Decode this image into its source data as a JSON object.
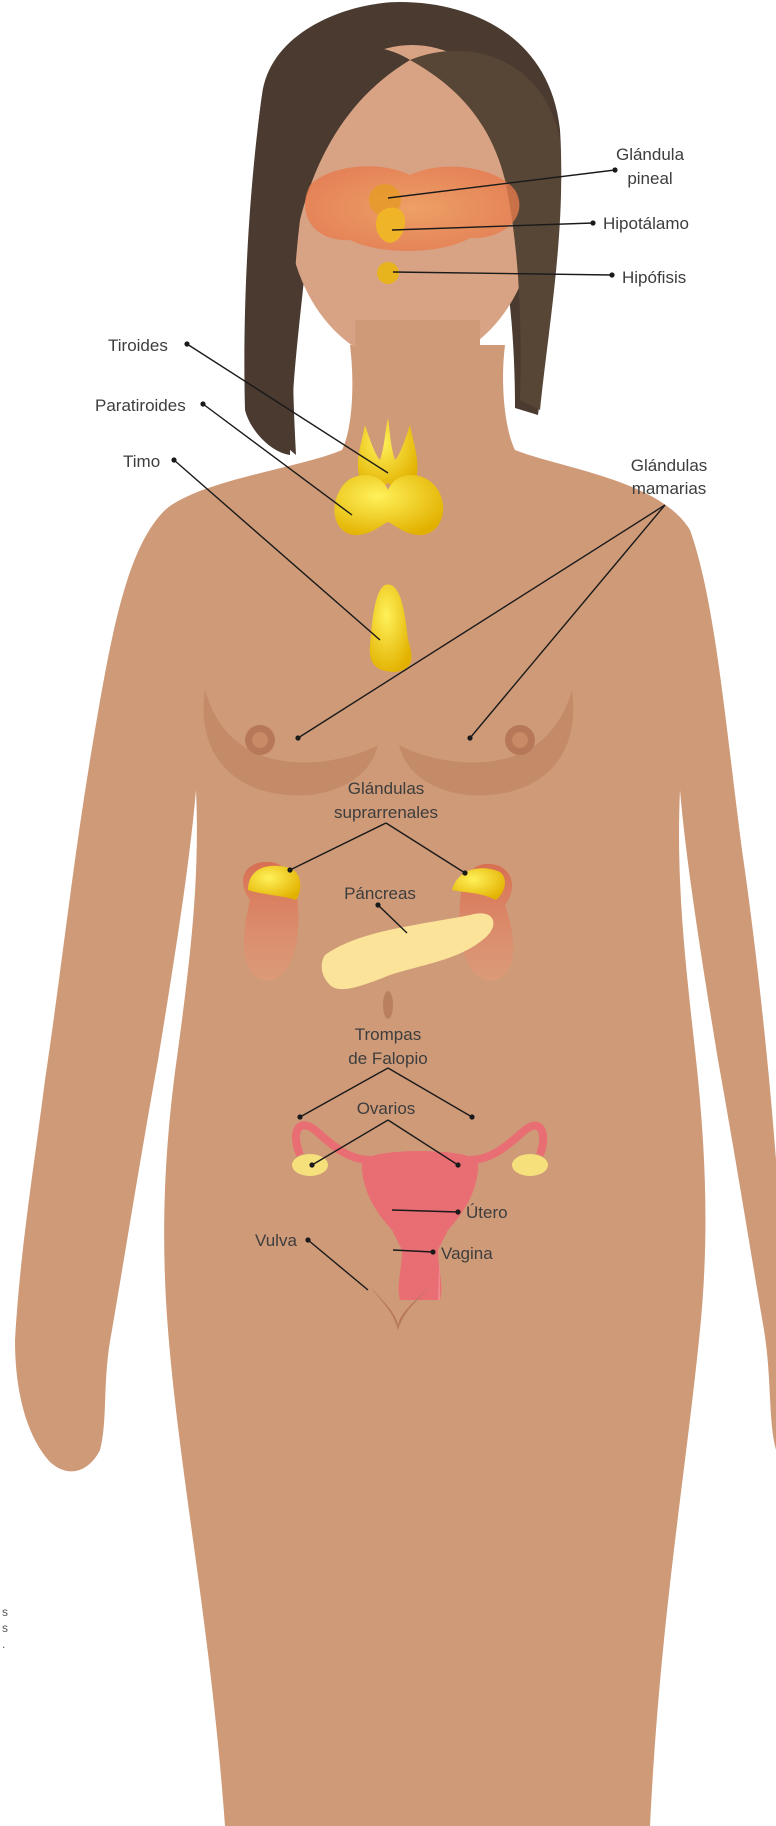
{
  "colors": {
    "skin": "#cf9a78",
    "skin_shadow": "#c08866",
    "hair": "#4a3a30",
    "gland_yellow": "#f0c400",
    "brain_orange": "#ec7e4e",
    "kidney": "#d9775b",
    "reproductive_pink": "#e86e74",
    "ovary": "#f5e07c",
    "pancreas": "#fbe39a",
    "leader_line": "#1a1a1a",
    "label_text": "#3d3d3d"
  },
  "labels": {
    "pineal": [
      "Glándula",
      "pineal"
    ],
    "hipotalamo": "Hipotálamo",
    "hipofisis": "Hipófisis",
    "tiroides": "Tiroides",
    "paratiroides": "Paratiroides",
    "timo": "Timo",
    "mamarias": [
      "Glándulas",
      "mamarias"
    ],
    "suprarrenales": [
      "Glándulas",
      "suprarrenales"
    ],
    "pancreas": "Páncreas",
    "trompas": [
      "Trompas",
      "de Falopio"
    ],
    "ovarios": "Ovarios",
    "utero": "Útero",
    "vulva": "Vulva",
    "vagina": "Vagina"
  },
  "edge_fragments": [
    "s",
    "s",
    "."
  ]
}
